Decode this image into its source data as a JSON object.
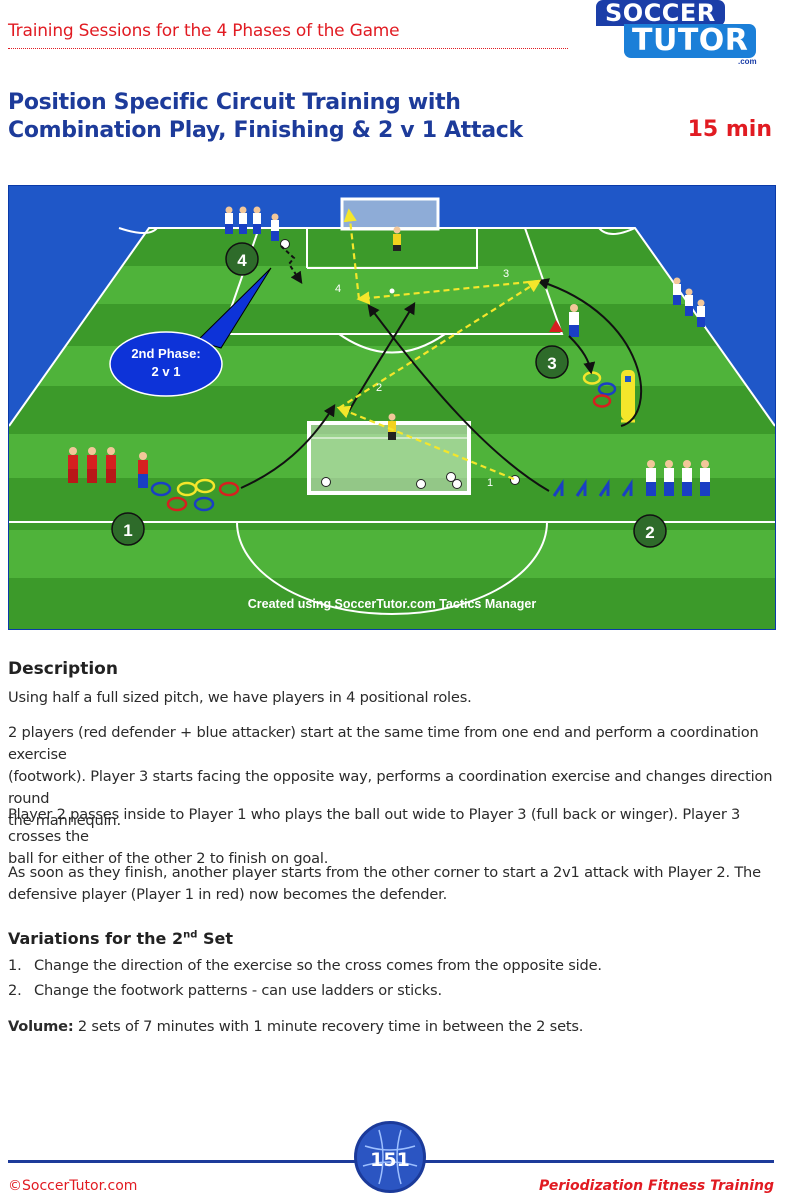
{
  "header": {
    "section_title": "Training Sessions for the 4 Phases of the Game",
    "logo_word1": "SOCCER",
    "logo_word2": "TUTOR",
    "logo_domain": ".com"
  },
  "session": {
    "title_line1": "Position Specific Circuit Training with",
    "title_line2": "Combination Play, Finishing & 2 v 1 Attack",
    "duration": "15 min"
  },
  "diagram": {
    "phase_callout_line1": "2nd Phase:",
    "phase_callout_line2": "2 v 1",
    "position_labels": [
      "1",
      "2",
      "3",
      "4"
    ],
    "pass_labels": [
      "1",
      "2",
      "3",
      "4"
    ],
    "credit": "Created using SoccerTutor.com Tactics Manager",
    "colors": {
      "pitch_light": "#4fb33a",
      "pitch_dark": "#3c9a2a",
      "background_blue": "#1f57c8",
      "red_team": "#d62020",
      "blue_team": "#1a3fc4",
      "pass_line": "#f4e62b"
    }
  },
  "description": {
    "heading": "Description",
    "p1": "Using half a full sized pitch, we have players in 4 positional roles.",
    "p2_line1": "2 players (red defender + blue attacker) start at the same time from one end and perform a coordination exercise",
    "p2_line2": "(footwork). Player 3 starts facing the opposite way, performs a coordination exercise and changes direction round",
    "p2_line3": "the mannequin.",
    "p3_line1": "Player 2 passes inside to Player 1 who plays the ball out wide to Player 3 (full back or winger). Player 3 crosses the",
    "p3_line2": "ball for either of the other 2 to finish on goal.",
    "p4_line1": "As soon as they finish, another player starts from the other corner to start a 2v1 attack with Player 2. The",
    "p4_line2": "defensive player (Player 1 in red) now becomes the defender."
  },
  "variations": {
    "heading_pre": "Variations for the 2",
    "heading_sup": "nd",
    "heading_post": " Set",
    "items": [
      {
        "num": "1.",
        "text": "Change the direction of the exercise so the cross comes from the opposite side."
      },
      {
        "num": "2.",
        "text": "Change the footwork patterns - can use ladders or sticks."
      }
    ]
  },
  "volume": {
    "label": "Volume:",
    "text": " 2 sets of 7 minutes with 1 minute recovery time in between the 2 sets."
  },
  "footer": {
    "page_number": "151",
    "left": "©SoccerTutor.com",
    "right": "Periodization Fitness Training"
  }
}
